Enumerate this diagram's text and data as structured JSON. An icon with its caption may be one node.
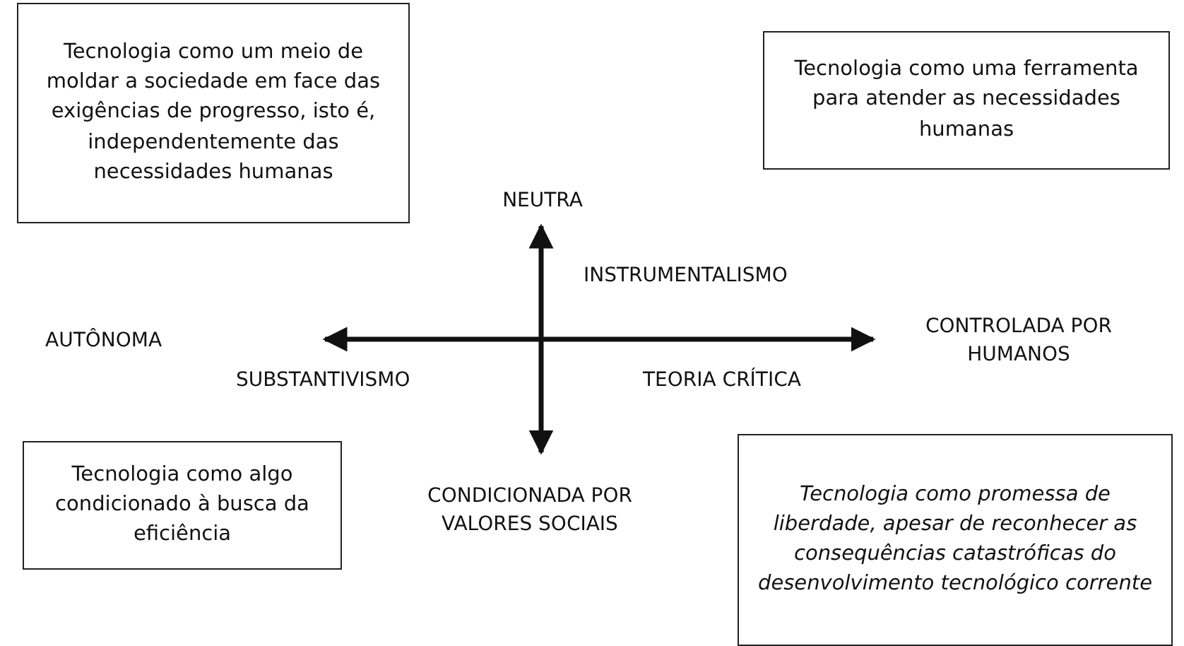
{
  "diagram": {
    "nodes": [
      {
        "text": [
          "Tecnologia como um meio de moldar a sociedade em face das exigências de progresso, isto é, independentemente das necessidades humanas"
        ]
      },
      {
        "text": [
          "Tecnologia como uma ferramenta para atender as necessidades humanas"
        ]
      },
      {
        "text": [
          "Tecnologia como algo condicionado à busca da eficiência"
        ]
      },
      {
        "text": [
          "Tecnologia como promessa de liberdade, apesar de reconhecer as consequências catastróficas do desenvolvimento tecnológico corrente"
        ]
      }
    ],
    "edges": [],
    "labels": [
      "NEUTRA",
      "INSTRUMENTALISMO",
      "AUTÔNOMA",
      "CONTROLADA POR HUMANOS",
      "SUBSTANTIVISMO",
      "TEORIA CRÍTICA",
      "CONDICIONADA POR VALORES SOCIAIS"
    ]
  }
}
